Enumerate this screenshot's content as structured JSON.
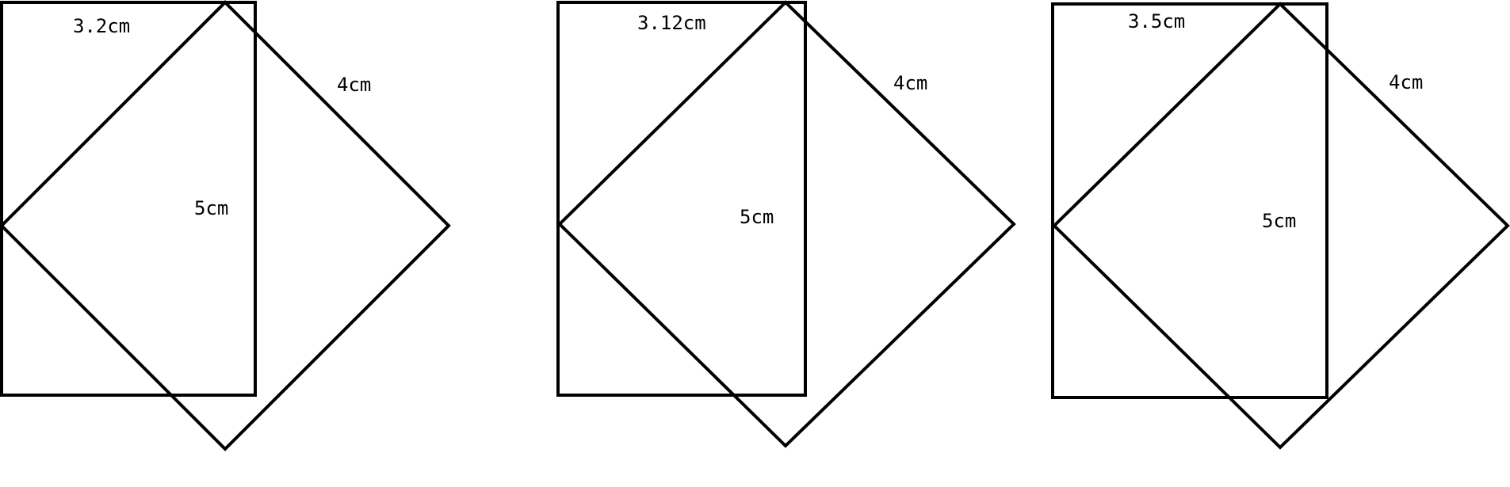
{
  "figures": [
    {
      "top_label": "3.2cm",
      "side_label": "4cm",
      "inner_label": "5cm"
    },
    {
      "top_label": "3.12cm",
      "side_label": "4cm",
      "inner_label": "5cm"
    },
    {
      "top_label": "3.5cm",
      "side_label": "4cm",
      "inner_label": "5cm"
    }
  ],
  "style": {
    "stroke_color": "#000000",
    "background": "#ffffff"
  }
}
